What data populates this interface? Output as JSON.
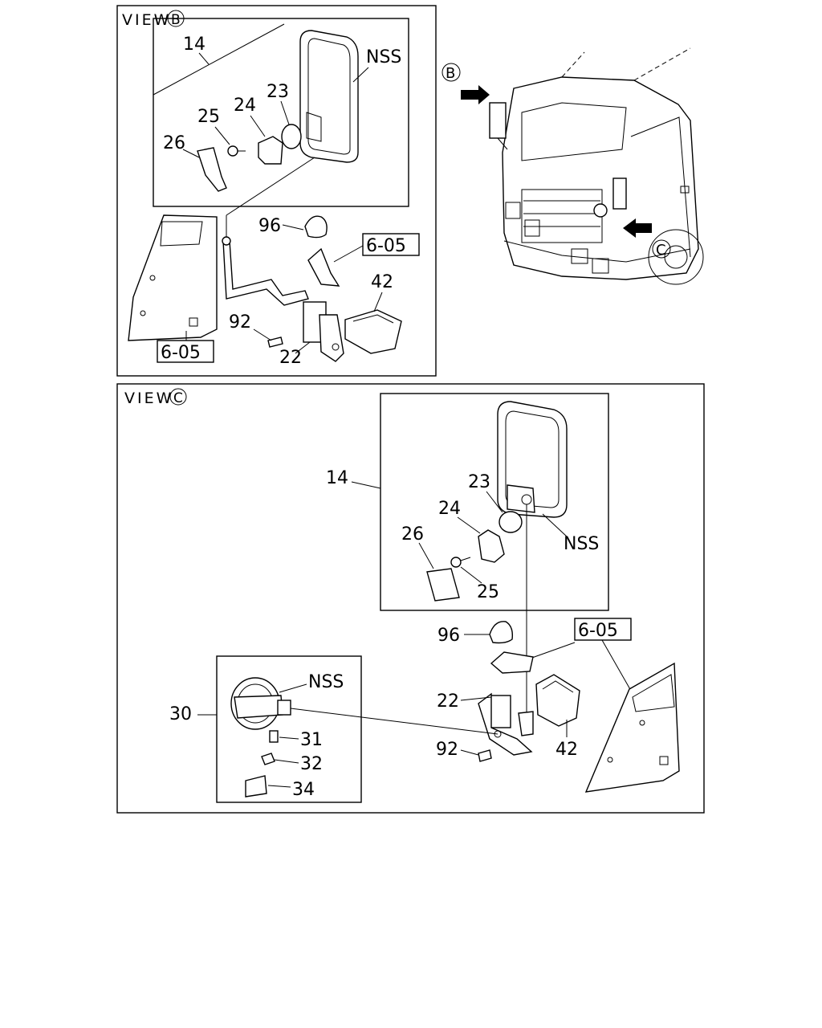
{
  "view_b": {
    "title": "VIEW",
    "marker": "B",
    "labels": {
      "p14": "14",
      "nss": "NSS",
      "p23": "23",
      "p24": "24",
      "p25": "25",
      "p26": "26",
      "p96": "96",
      "p42": "42",
      "p92": "92",
      "p22": "22"
    },
    "refs": {
      "ref_upper": "6-05",
      "ref_lower": "6-05"
    }
  },
  "truck": {
    "marker_b": "B",
    "marker_c": "C"
  },
  "view_c": {
    "title": "VIEW",
    "marker": "C",
    "labels": {
      "p14": "14",
      "p23": "23",
      "p24": "24",
      "p26": "26",
      "nss": "NSS",
      "p25": "25",
      "p96": "96",
      "p22": "22",
      "p92": "92",
      "p42": "42",
      "p30": "30",
      "nss_inset": "NSS",
      "p31": "31",
      "p32": "32",
      "p34": "34"
    },
    "refs": {
      "ref": "6-05"
    }
  }
}
